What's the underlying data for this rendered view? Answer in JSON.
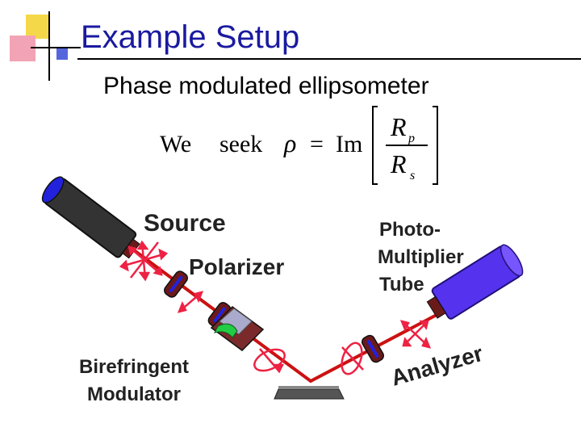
{
  "slide": {
    "title": "Example Setup",
    "subtitle": "Phase modulated ellipsometer"
  },
  "equation": {
    "we": "We",
    "seek": "seek",
    "rho": "ρ",
    "equals": "=",
    "im": "Im",
    "numerator": "R",
    "numerator_sub": "p",
    "denominator": "R",
    "denominator_sub": "s"
  },
  "labels": {
    "source": "Source",
    "polarizer": "Polarizer",
    "pmt_line1": "Photo-",
    "pmt_line2": "Multiplier",
    "pmt_line3": "Tube",
    "birefringent_line1": "Birefringent",
    "birefringent_line2": "Modulator",
    "analyzer": "Analyzer"
  },
  "colors": {
    "title": "#1a1aa0",
    "beam": "#cc1111",
    "arrows": "#ee2244",
    "source_body": "#333333",
    "source_cap": "#2222dd",
    "pmt_body": "#5533ee",
    "mount": "#6b1a1a",
    "modulator_box": "#7a2a2a",
    "modulator_crystal": "#22cc44",
    "sample": "#444444"
  }
}
